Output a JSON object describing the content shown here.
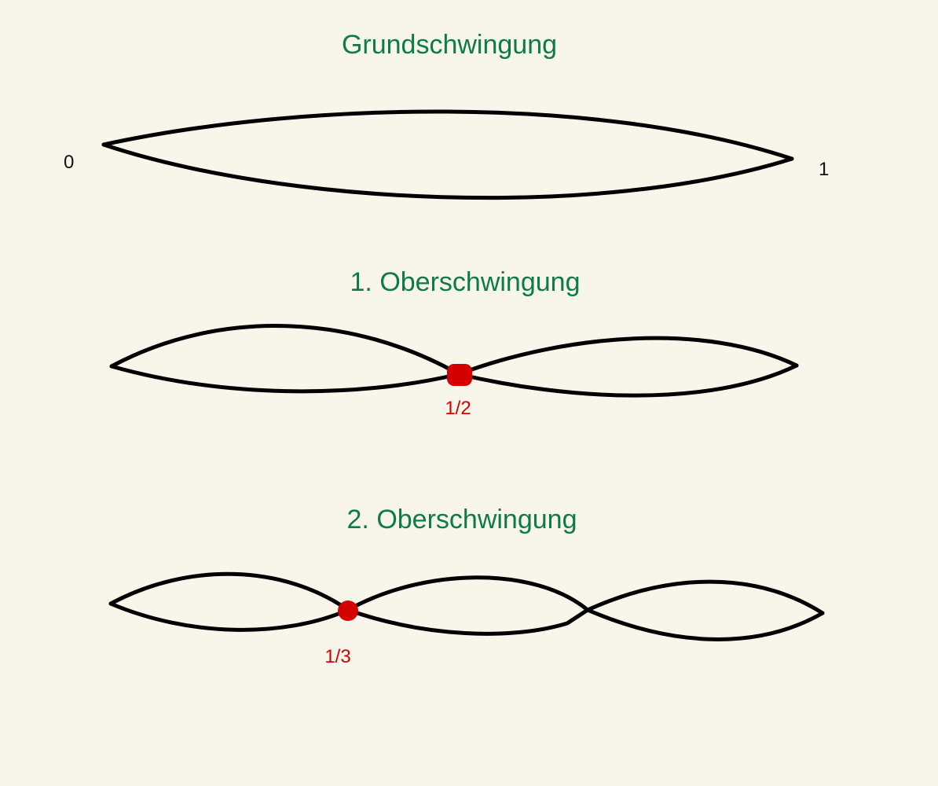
{
  "titles": {
    "fundamental": "Grundschwingung",
    "first_overtone": "1. Oberschwingung",
    "second_overtone": "2. Oberschwingung"
  },
  "end_labels": {
    "start": "0",
    "end": "1"
  },
  "node_labels": {
    "half": "1/2",
    "third": "1/3"
  },
  "colors": {
    "title": "#0e7a4c",
    "node": "#d40000",
    "string": "#000000",
    "background": "#f8f6ea"
  }
}
